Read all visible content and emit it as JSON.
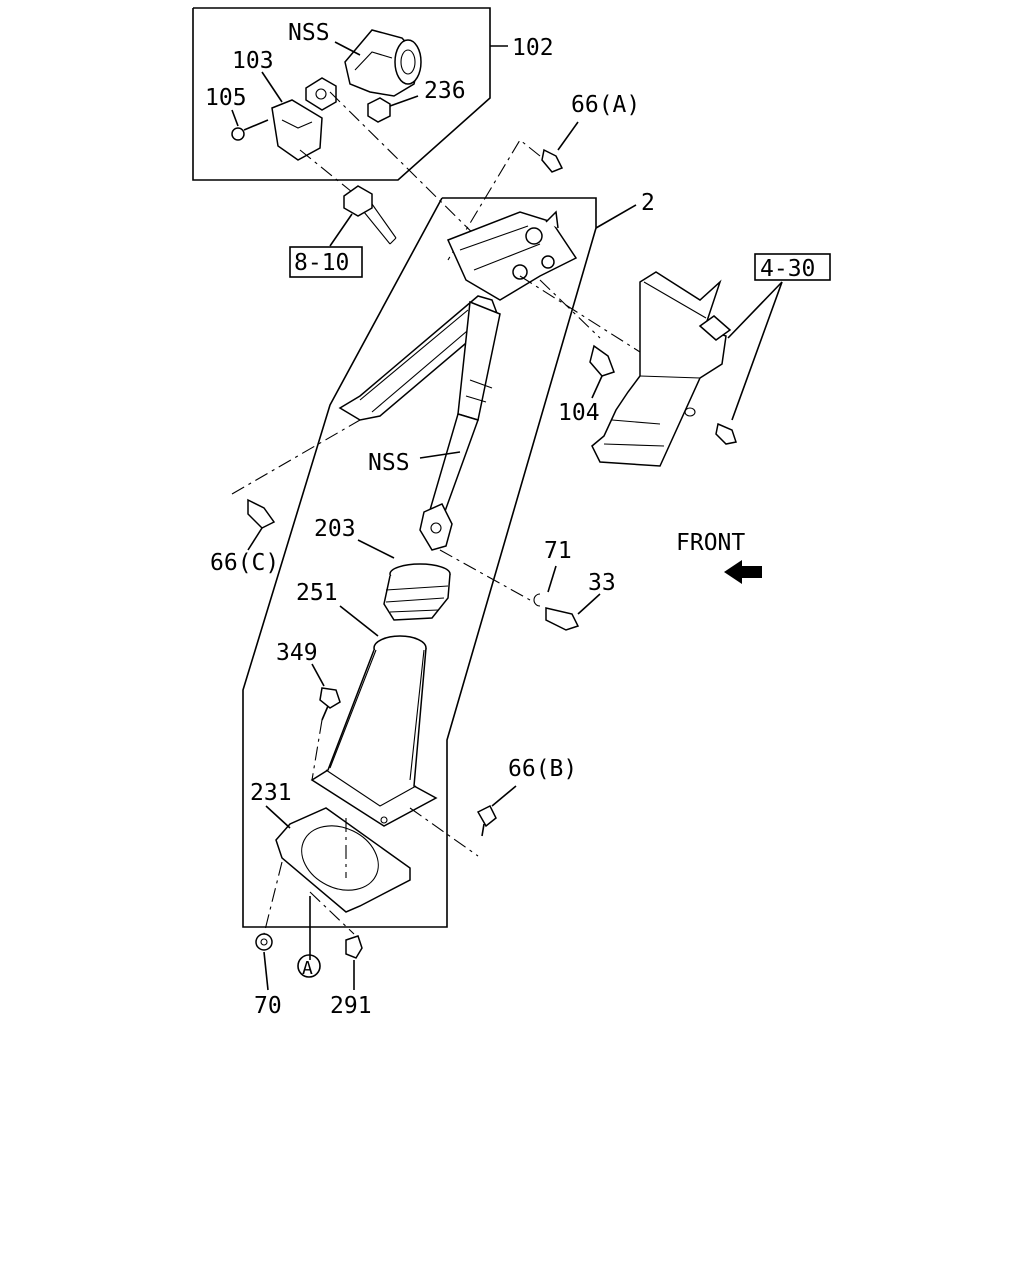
{
  "labels": {
    "nss_top": "NSS",
    "p102": "102",
    "p103": "103",
    "p105": "105",
    "p236": "236",
    "p66a": "66(A)",
    "p2": "2",
    "p8_10": "8-10",
    "p4_30": "4-30",
    "p104": "104",
    "nss_mid": "NSS",
    "p66c": "66(C)",
    "p203": "203",
    "p71": "71",
    "p33": "33",
    "p251": "251",
    "p349": "349",
    "p66b": "66(B)",
    "p231": "231",
    "pA": "A",
    "p70": "70",
    "p291": "291",
    "front": "FRONT"
  }
}
